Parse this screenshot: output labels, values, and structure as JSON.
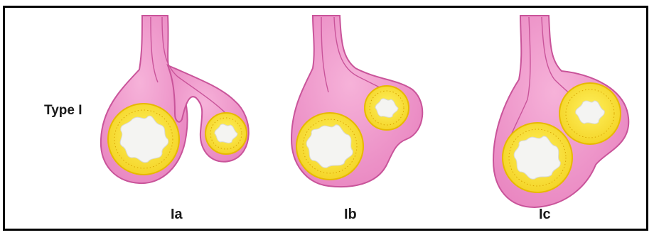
{
  "labels": {
    "type": "Type I",
    "variants": [
      "Ia",
      "Ib",
      "Ic"
    ]
  },
  "colors": {
    "pink_fill": "#ee8fc6",
    "pink_edge": "#c9549a",
    "pink_stem": "#f4b5d9",
    "yellow": "#f6dd3a",
    "yellow_edge": "#e7b900",
    "lumen": "#f4f4f2",
    "frame": "#000000"
  }
}
